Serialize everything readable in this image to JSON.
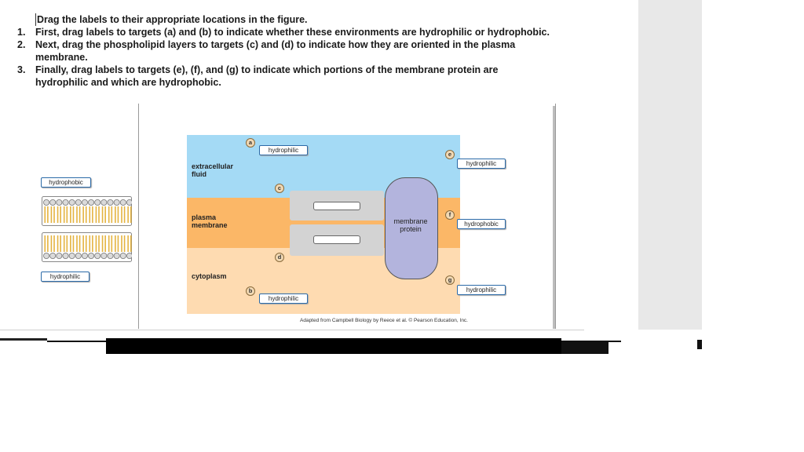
{
  "instructions": {
    "intro": "Drag the labels to their appropriate locations in the figure.",
    "steps": [
      {
        "num": "1.",
        "text": "First, drag labels to targets (a) and (b) to indicate whether these environments are hydrophilic or hydrophobic."
      },
      {
        "num": "2.",
        "text": "Next, drag the phospholipid layers to targets (c) and (d) to indicate how they are oriented in the plasma membrane."
      },
      {
        "num": "3.",
        "text": "Finally, drag labels to targets (e), (f), and (g) to indicate which portions of the membrane protein are hydrophilic and which are hydrophobic."
      }
    ]
  },
  "bank": {
    "hydrophobic": "hydrophobic",
    "hydrophilic": "hydrophilic"
  },
  "figure": {
    "regions": {
      "extracellular": "extracellular fluid",
      "plasma_membrane": "plasma membrane",
      "cytoplasm": "cytoplasm"
    },
    "targets": {
      "a": "a",
      "b": "b",
      "c": "c",
      "d": "d",
      "e": "e",
      "f": "f",
      "g": "g"
    },
    "placed": {
      "a": "hydrophilic",
      "b": "hydrophilic",
      "e": "hydrophilic",
      "f": "hydrophobic",
      "g": "hydrophilic"
    },
    "protein_label": "membrane protein",
    "credit": "Adapted from Campbell Biology by Reece et al. © Pearson Education, Inc."
  },
  "colors": {
    "extracellular": "#a4daf5",
    "membrane": "#fbb767",
    "cytoplasm": "#fedbb1",
    "protein": "#b3b4dd",
    "chip_border": "#2b6aa8"
  }
}
